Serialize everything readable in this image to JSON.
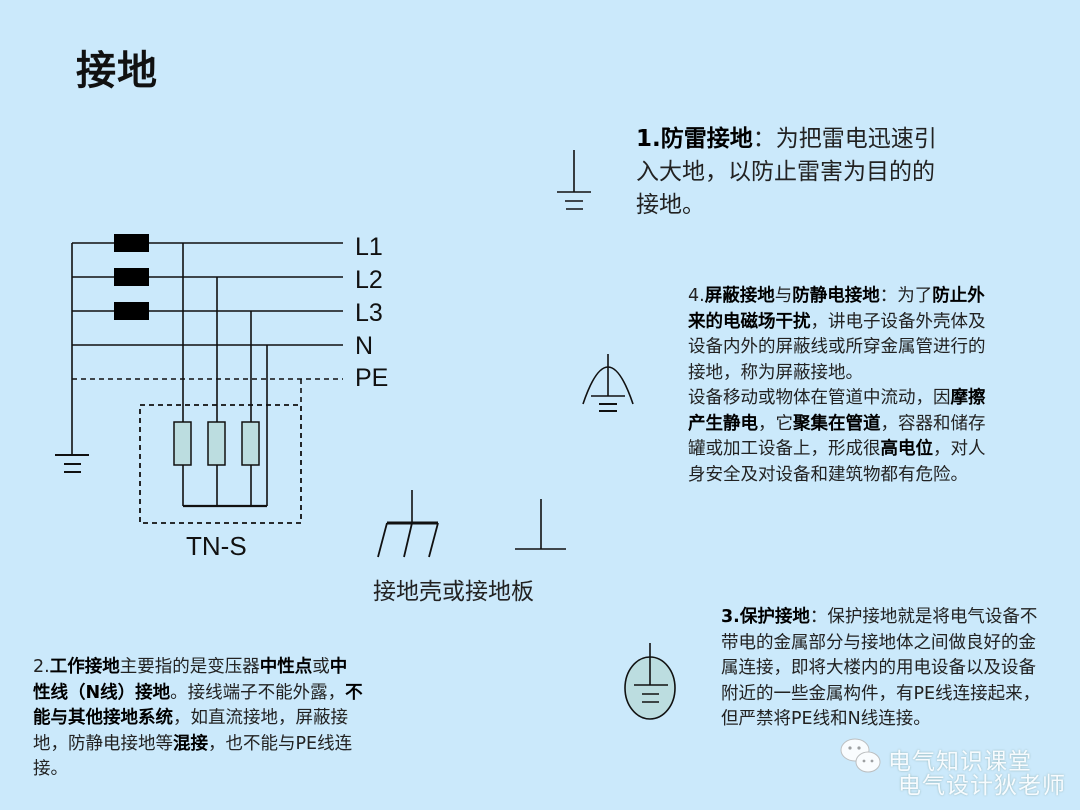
{
  "title": "接地",
  "colors": {
    "background": "#cbe9fb",
    "line": "#111111",
    "resistor_fill": "#bcdde0",
    "ellipse_fill": "#bcdde0"
  },
  "tns_diagram": {
    "lines": [
      "L1",
      "L2",
      "L3",
      "N",
      "PE"
    ],
    "label": "TN-S",
    "fuse_count": 3,
    "load_count": 3
  },
  "symbols": {
    "lightning_ground": "ground-symbol",
    "shield_ground": "shielded-ground-symbol",
    "protective_ground": "protective-ground-symbol",
    "chassis_ground": "chassis-ground-symbol",
    "plate_ground": "plate-ground-symbol",
    "chassis_plate_caption": "接地壳或接地板"
  },
  "section1": {
    "number": "1.",
    "heading": "防雷接地",
    "colon": "：",
    "body": "为把雷电迅速引入大地，以防止雷害为目的的接地。"
  },
  "section2": {
    "parts": [
      {
        "text": "2.",
        "bold": false
      },
      {
        "text": "工作接地",
        "bold": true
      },
      {
        "text": "主要指的是变压器",
        "bold": false
      },
      {
        "text": "中性点",
        "bold": true
      },
      {
        "text": "或",
        "bold": false
      },
      {
        "text": "中性线（N线）接地",
        "bold": true
      },
      {
        "text": "。接线端子不能外露，",
        "bold": false
      },
      {
        "text": "不能与其他接地系统",
        "bold": true
      },
      {
        "text": "，如直流接地，屏蔽接地，防静电接地等",
        "bold": false
      },
      {
        "text": "混接",
        "bold": true
      },
      {
        "text": "，也不能与PE线连接。",
        "bold": false
      }
    ]
  },
  "section3": {
    "number": "3.",
    "heading": "保护接地",
    "colon": "：",
    "body": "保护接地就是将电气设备不带电的金属部分与接地体之间做良好的金属连接，即将大楼内的用电设备以及设备附近的一些金属构件，有PE线连接起来，但严禁将PE线和N线连接。"
  },
  "section4": {
    "parts": [
      {
        "text": "4.",
        "bold": false
      },
      {
        "text": "屏蔽接地",
        "bold": true
      },
      {
        "text": "与",
        "bold": false
      },
      {
        "text": "防静电接地",
        "bold": true
      },
      {
        "text": "：为了",
        "bold": false
      },
      {
        "text": "防止外来的电磁场干扰",
        "bold": true
      },
      {
        "text": "，讲电子设备外壳体及设备内外的屏蔽线或所穿金属管进行的接地，称为屏蔽接地。",
        "bold": false
      },
      {
        "text": "\n",
        "bold": false
      },
      {
        "text": "设备移动或物体在管道中流动，因",
        "bold": false
      },
      {
        "text": "摩擦产生静电",
        "bold": true
      },
      {
        "text": "，它",
        "bold": false
      },
      {
        "text": "聚集在管道",
        "bold": true
      },
      {
        "text": "，容器和储存罐或加工设备上，形成很",
        "bold": false
      },
      {
        "text": "高电位",
        "bold": true
      },
      {
        "text": "，对人身安全及对设备和建筑物都有危险。",
        "bold": false
      }
    ]
  },
  "watermark": {
    "line1": "电气知识课堂",
    "line2": "电气设计狄老师",
    "icon": "wechat-icon"
  }
}
